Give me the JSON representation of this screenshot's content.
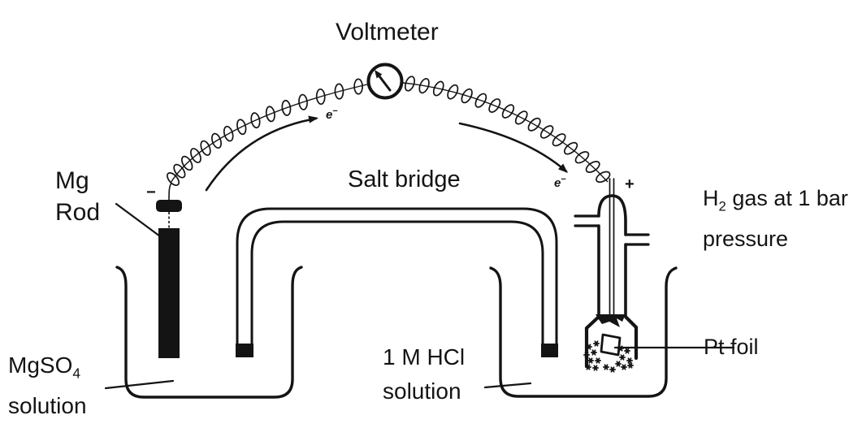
{
  "colors": {
    "ink": "#141414",
    "paper": "#ffffff"
  },
  "labels": {
    "voltmeter": "Voltmeter",
    "mg_rod": {
      "line1": "Mg",
      "line2": "Rod"
    },
    "salt_bridge": "Salt bridge",
    "left_solution": {
      "formula": "MgSO",
      "subscript": "4",
      "line2": "solution"
    },
    "right_solution": {
      "line1": "1 M HCl",
      "line2": "solution"
    },
    "h2_gas": {
      "element": "H",
      "subscript": "2",
      "rest": " gas at 1 bar",
      "line2": "pressure"
    },
    "pt_foil": "Pt foil",
    "electron_left": {
      "symbol": "e",
      "charge": "−"
    },
    "electron_right": {
      "symbol": "e",
      "charge": "−"
    },
    "anode_sign": "−",
    "cathode_sign": "+"
  }
}
